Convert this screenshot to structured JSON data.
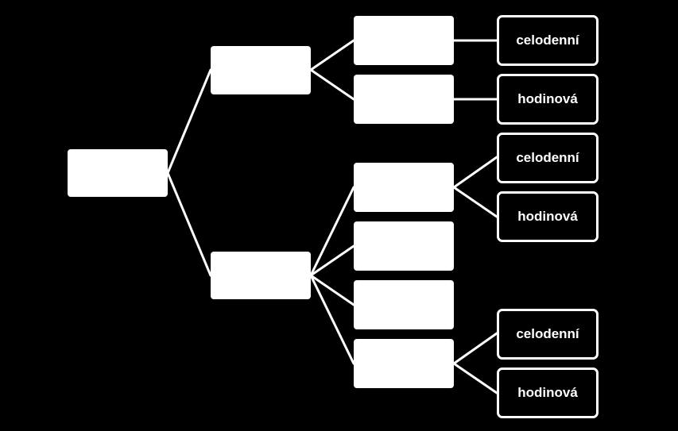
{
  "diagram": {
    "root": {
      "label": ""
    },
    "branches": [
      {
        "label": "",
        "children": [
          {
            "label": "",
            "leaves": [
              "celodenní"
            ]
          },
          {
            "label": "",
            "leaves": [
              "hodinová"
            ]
          }
        ]
      },
      {
        "label": "",
        "children": [
          {
            "label": "",
            "leaves": [
              "celodenní",
              "hodinová"
            ]
          },
          {
            "label": "",
            "leaves": []
          },
          {
            "label": "",
            "leaves": []
          },
          {
            "label": "",
            "leaves": [
              "celodenní",
              "hodinová"
            ]
          }
        ]
      }
    ]
  },
  "colors": {
    "background": "#000000",
    "box_fill": "#ffffff",
    "line": "#ffffff",
    "leaf_text": "#ffffff"
  }
}
